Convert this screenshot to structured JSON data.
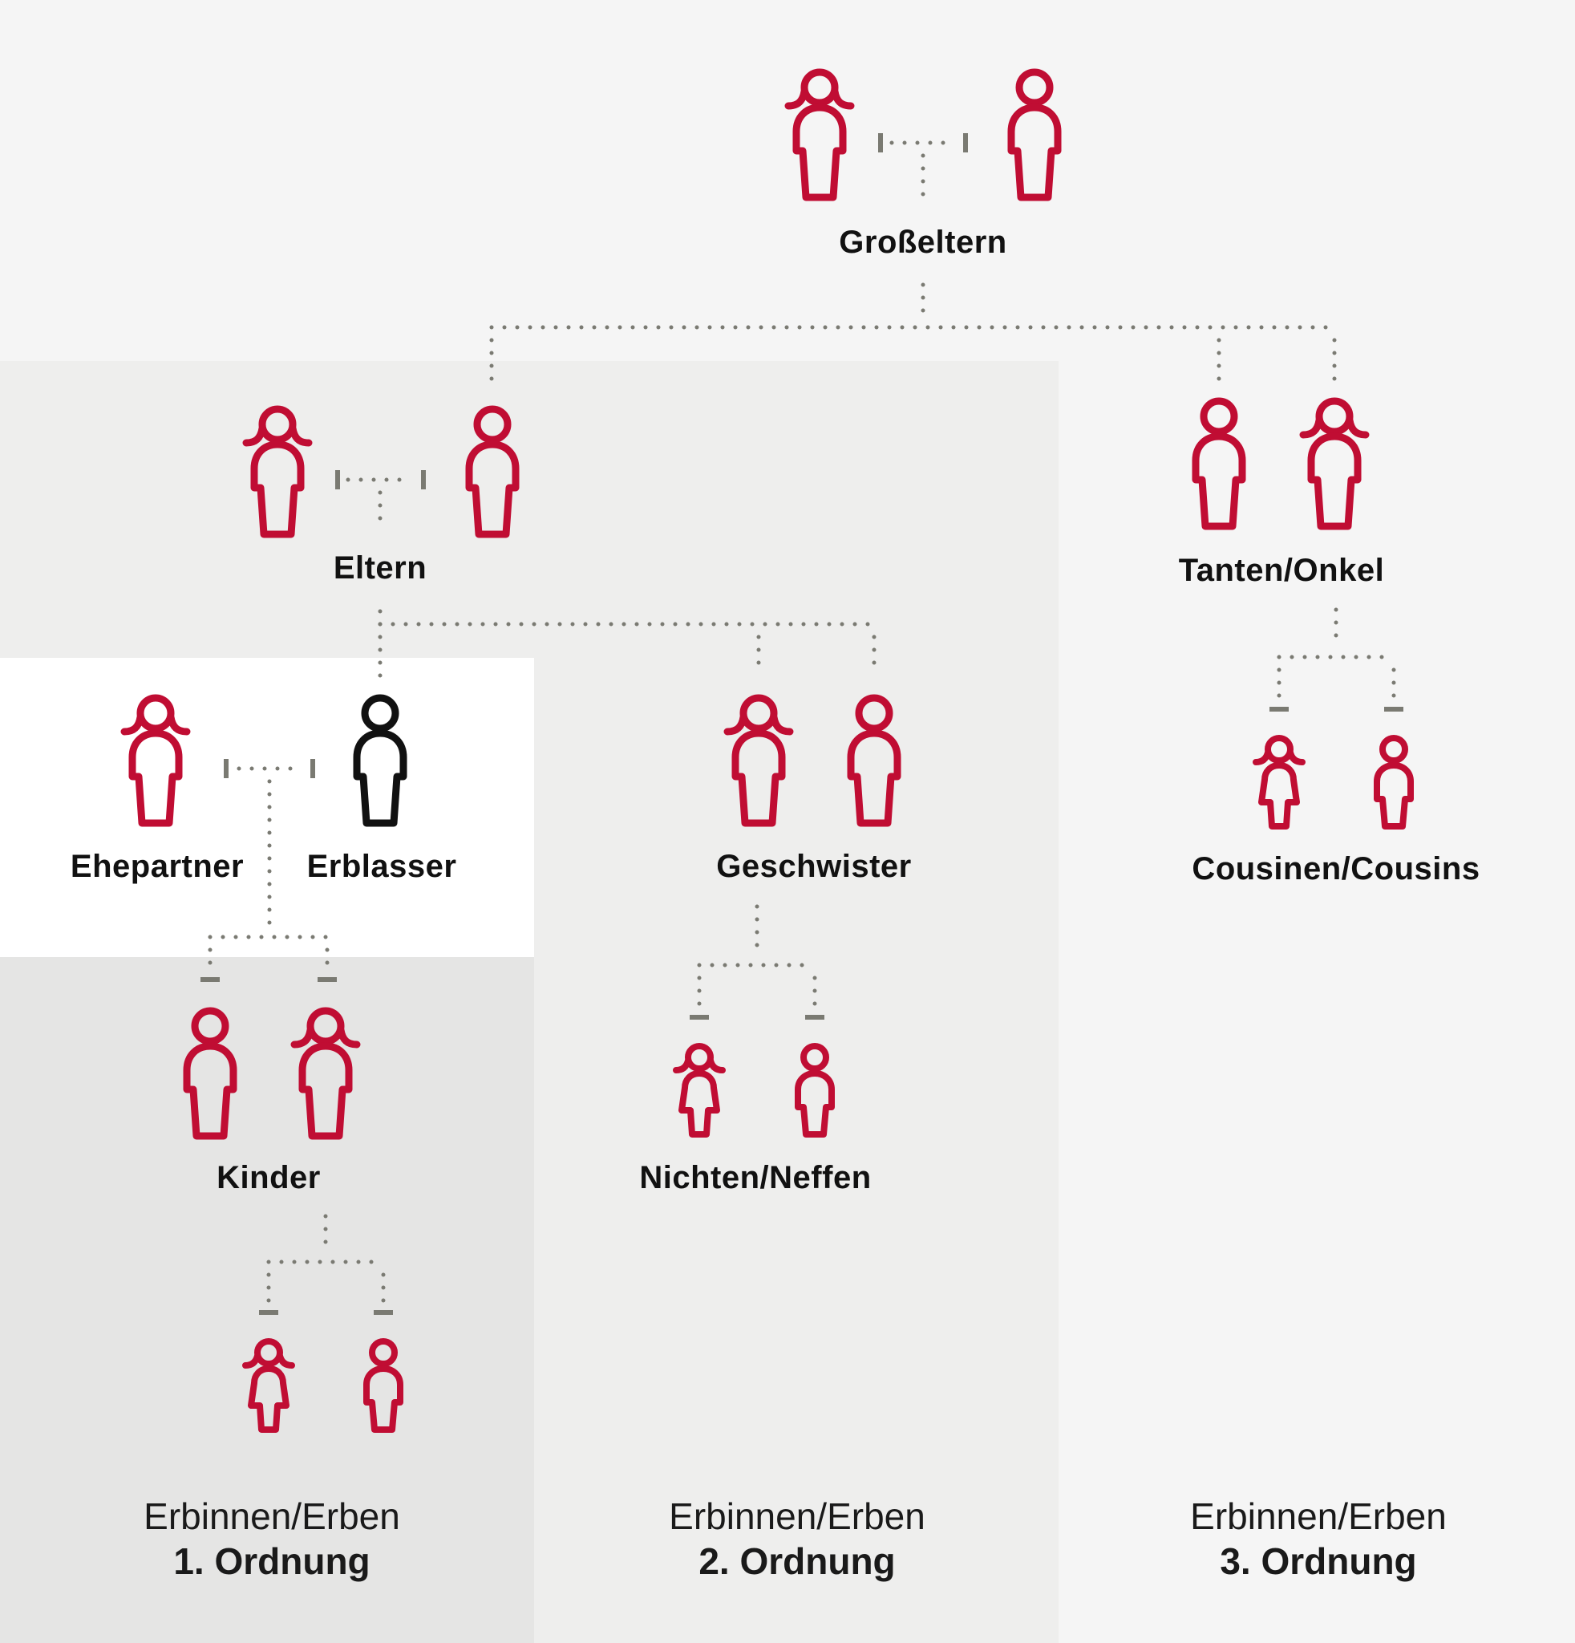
{
  "colors": {
    "accent_red": "#c00d33",
    "deceased_black": "#111111",
    "connector_gray": "#7a7a72",
    "band_order1": "#e5e5e4",
    "band_order2": "#eeeeed",
    "band_order3": "#f5f5f5",
    "band_self": "#ffffff"
  },
  "nodes": {
    "grandparents": {
      "label": "Großeltern",
      "figures": [
        "female-icon",
        "male-icon"
      ]
    },
    "parents": {
      "label": "Eltern",
      "figures": [
        "female-icon",
        "male-icon"
      ]
    },
    "aunts_uncles": {
      "label": "Tanten/Onkel",
      "figures": [
        "male-icon",
        "female-icon"
      ]
    },
    "spouse": {
      "label": "Ehepartner",
      "figures": [
        "female-icon"
      ]
    },
    "deceased": {
      "label": "Erblasser",
      "figures": [
        "male-icon"
      ]
    },
    "siblings": {
      "label": "Geschwister",
      "figures": [
        "female-icon",
        "male-icon"
      ]
    },
    "cousins": {
      "label": "Cousinen/Cousins",
      "figures": [
        "girl-icon",
        "boy-icon"
      ]
    },
    "children": {
      "label": "Kinder",
      "figures": [
        "male-icon",
        "female-icon"
      ]
    },
    "grandchildren": {
      "label": "",
      "figures": [
        "girl-icon",
        "boy-icon"
      ]
    },
    "nieces_nephews": {
      "label": "Nichten/Neffen",
      "figures": [
        "girl-icon",
        "boy-icon"
      ]
    }
  },
  "orders": [
    {
      "line1": "Erbinnen/Erben",
      "line2": "1. Ordnung"
    },
    {
      "line1": "Erbinnen/Erben",
      "line2": "2. Ordnung"
    },
    {
      "line1": "Erbinnen/Erben",
      "line2": "3. Ordnung"
    }
  ]
}
